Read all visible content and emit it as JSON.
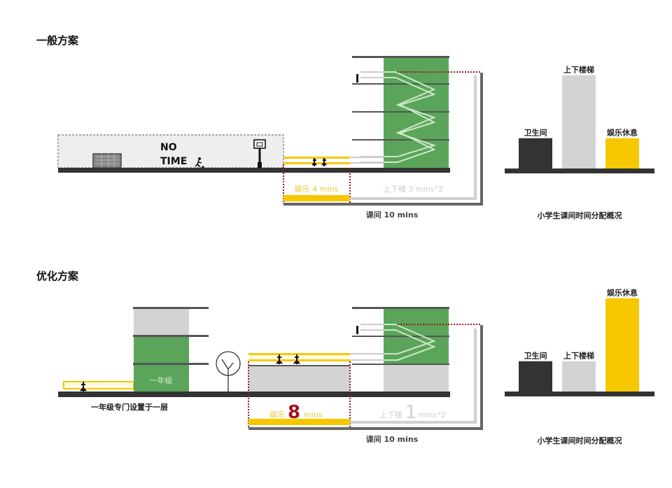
{
  "colors": {
    "green": "#5aa55a",
    "yellow": "#f7c800",
    "dark": "#333333",
    "gray_light": "#d3d3d3",
    "gray_mid": "#bbbbbb",
    "red_accent": "#a0141e",
    "stair_line": "#cfe8c7"
  },
  "section_general": {
    "title": "一般方案",
    "no_time": [
      "NO",
      "TIME"
    ],
    "play_label": "娱乐 4 mins",
    "stairs_label": "上下楼 3 mins*2",
    "break_label": "课间 10 mins",
    "chart_caption": "小学生课间时间分配概况"
  },
  "section_optimized": {
    "title": "优化方案",
    "grade_label": "一年级",
    "grade_note": "一年级专门设置于一层",
    "play_prefix": "娱乐",
    "play_number": "8",
    "play_unit": "mins",
    "stairs_prefix": "上下楼",
    "stairs_number": "1",
    "stairs_unit": "mins*2",
    "break_label": "课间 10 mins",
    "chart_caption": "小学生课间时间分配概况"
  },
  "chart_data": [
    {
      "type": "bar",
      "title": "小学生课间时间分配概况",
      "scenario": "一般方案",
      "categories": [
        "卫生间",
        "上下楼梯",
        "娱乐休息"
      ],
      "values": [
        1.3,
        4.0,
        1.3
      ],
      "colors": [
        "#333333",
        "#d3d3d3",
        "#f7c800"
      ],
      "ylim": [
        0,
        4.5
      ],
      "xlabel": "",
      "ylabel": "",
      "grid": false
    },
    {
      "type": "bar",
      "title": "小学生课间时间分配概况",
      "scenario": "优化方案",
      "categories": [
        "卫生间",
        "上下楼梯",
        "娱乐休息"
      ],
      "values": [
        1.3,
        1.3,
        4.0
      ],
      "colors": [
        "#333333",
        "#d3d3d3",
        "#f7c800"
      ],
      "ylim": [
        0,
        4.5
      ],
      "xlabel": "",
      "ylabel": "",
      "grid": false
    }
  ]
}
